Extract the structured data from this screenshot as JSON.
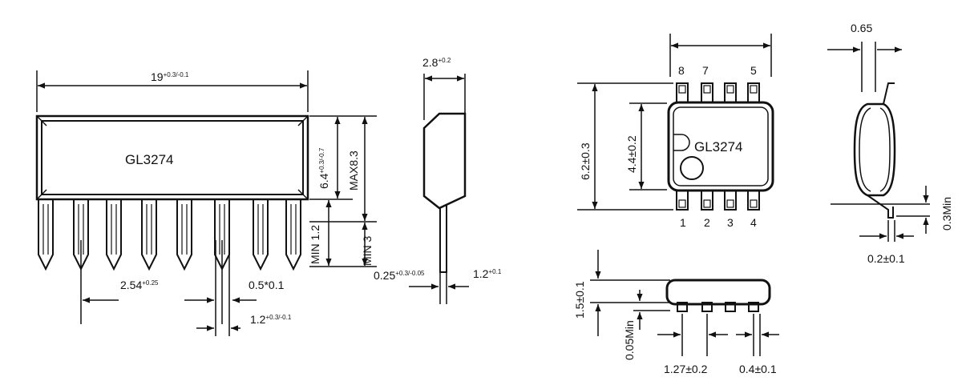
{
  "sip_package": {
    "part_label": "GL3274",
    "dim_length": "19",
    "dim_length_tol": "+0.3/-0.1",
    "dim_body_height": "6.4",
    "dim_body_height_tol": "+0.3/-0.7",
    "dim_max_height": "MAX8.3",
    "dim_min_1": "MIN 1.2",
    "dim_min_2": "MIN 3",
    "dim_pitch": "2.54",
    "dim_pitch_tol": "+0.25",
    "dim_lead_width": "0.5*0.1",
    "dim_lead_width2": "1.2",
    "dim_lead_width2_tol": "+0.3/-0.1"
  },
  "sip_side": {
    "dim_thickness": "2.8",
    "dim_thickness_tol": "+0.2",
    "dim_lead_thk": "0.25",
    "dim_lead_thk_tol": "+0.3/-0.05",
    "dim_lead_w": "1.2",
    "dim_lead_w_tol": "+0.1"
  },
  "sop_top": {
    "part_label": "GL3274",
    "dim_total_width": "6.2±0.3",
    "dim_body_width": "4.4±0.2",
    "pins_top": [
      "8",
      "7",
      "5"
    ],
    "pins_bottom": [
      "1",
      "2",
      "3",
      "4"
    ]
  },
  "sop_side": {
    "dim_height": "1.5±0.1",
    "dim_standoff": "0.05Min",
    "dim_pitch": "1.27±0.2",
    "dim_lead_width": "0.4±0.1"
  },
  "sop_end": {
    "dim_top": "0.65",
    "dim_foot": "0.3Min",
    "dim_lead_thk": "0.2±0.1"
  }
}
